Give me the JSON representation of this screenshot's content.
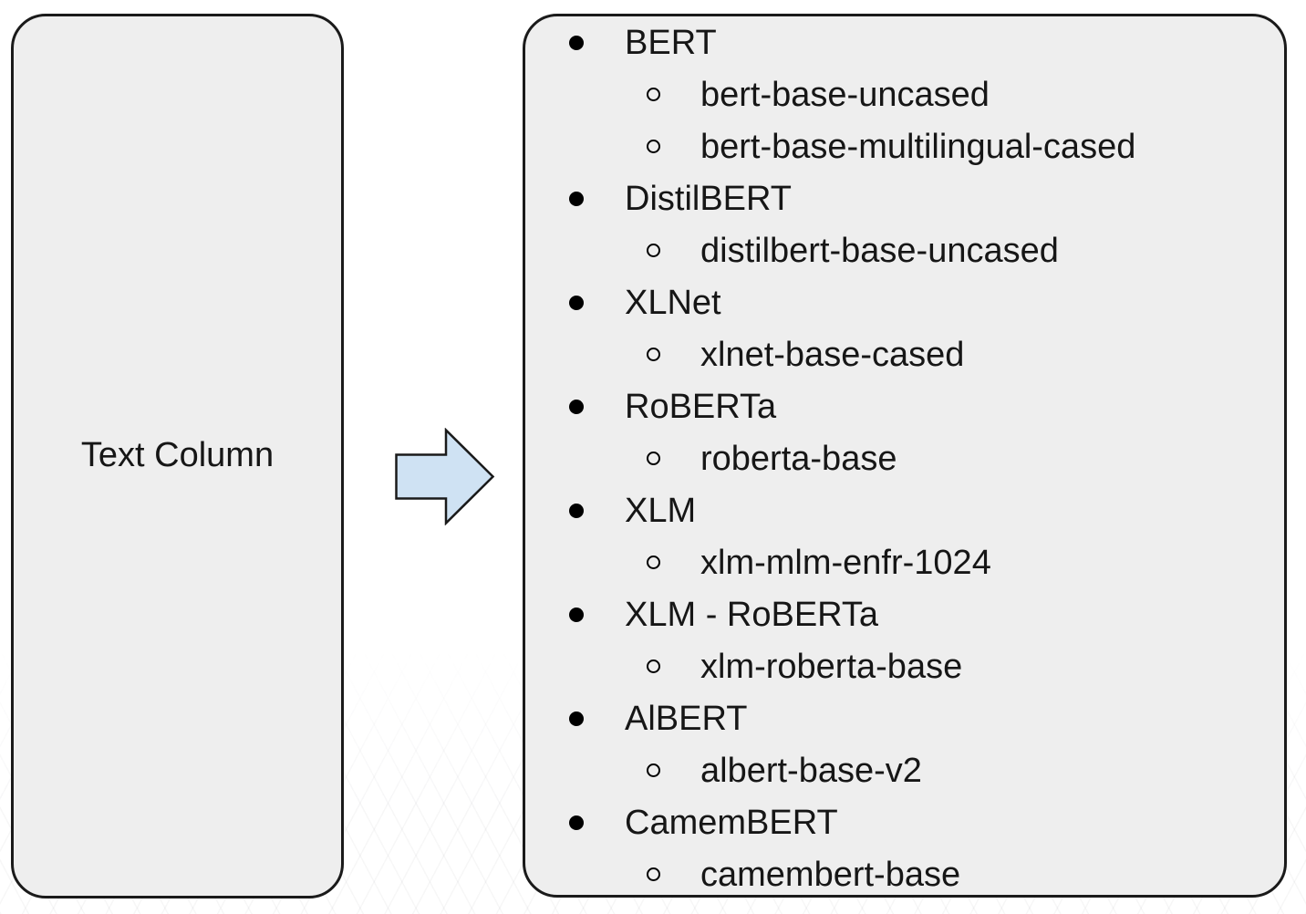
{
  "diagram": {
    "left_box": {
      "label": "Text Column"
    },
    "arrow": {
      "direction": "right",
      "fill": "#cfe2f3",
      "outline": "#1a1a1a"
    },
    "right_box": {
      "items": [
        {
          "level": 1,
          "label": "BERT"
        },
        {
          "level": 2,
          "label": "bert-base-uncased"
        },
        {
          "level": 2,
          "label": "bert-base-multilingual-cased"
        },
        {
          "level": 1,
          "label": "DistilBERT"
        },
        {
          "level": 2,
          "label": "distilbert-base-uncased"
        },
        {
          "level": 1,
          "label": "XLNet"
        },
        {
          "level": 2,
          "label": "xlnet-base-cased"
        },
        {
          "level": 1,
          "label": "RoBERTa"
        },
        {
          "level": 2,
          "label": "roberta-base"
        },
        {
          "level": 1,
          "label": "XLM"
        },
        {
          "level": 2,
          "label": "xlm-mlm-enfr-1024"
        },
        {
          "level": 1,
          "label": "XLM - RoBERTa"
        },
        {
          "level": 2,
          "label": "xlm-roberta-base"
        },
        {
          "level": 1,
          "label": "AlBERT"
        },
        {
          "level": 2,
          "label": "albert-base-v2"
        },
        {
          "level": 1,
          "label": "CamemBERT"
        },
        {
          "level": 2,
          "label": "camembert-base"
        }
      ]
    },
    "colors": {
      "background": "#ffffff",
      "box_fill": "#eeeeee",
      "box_border": "#1a1a1a",
      "arrow_fill": "#cfe2f3",
      "text": "#161616"
    }
  }
}
